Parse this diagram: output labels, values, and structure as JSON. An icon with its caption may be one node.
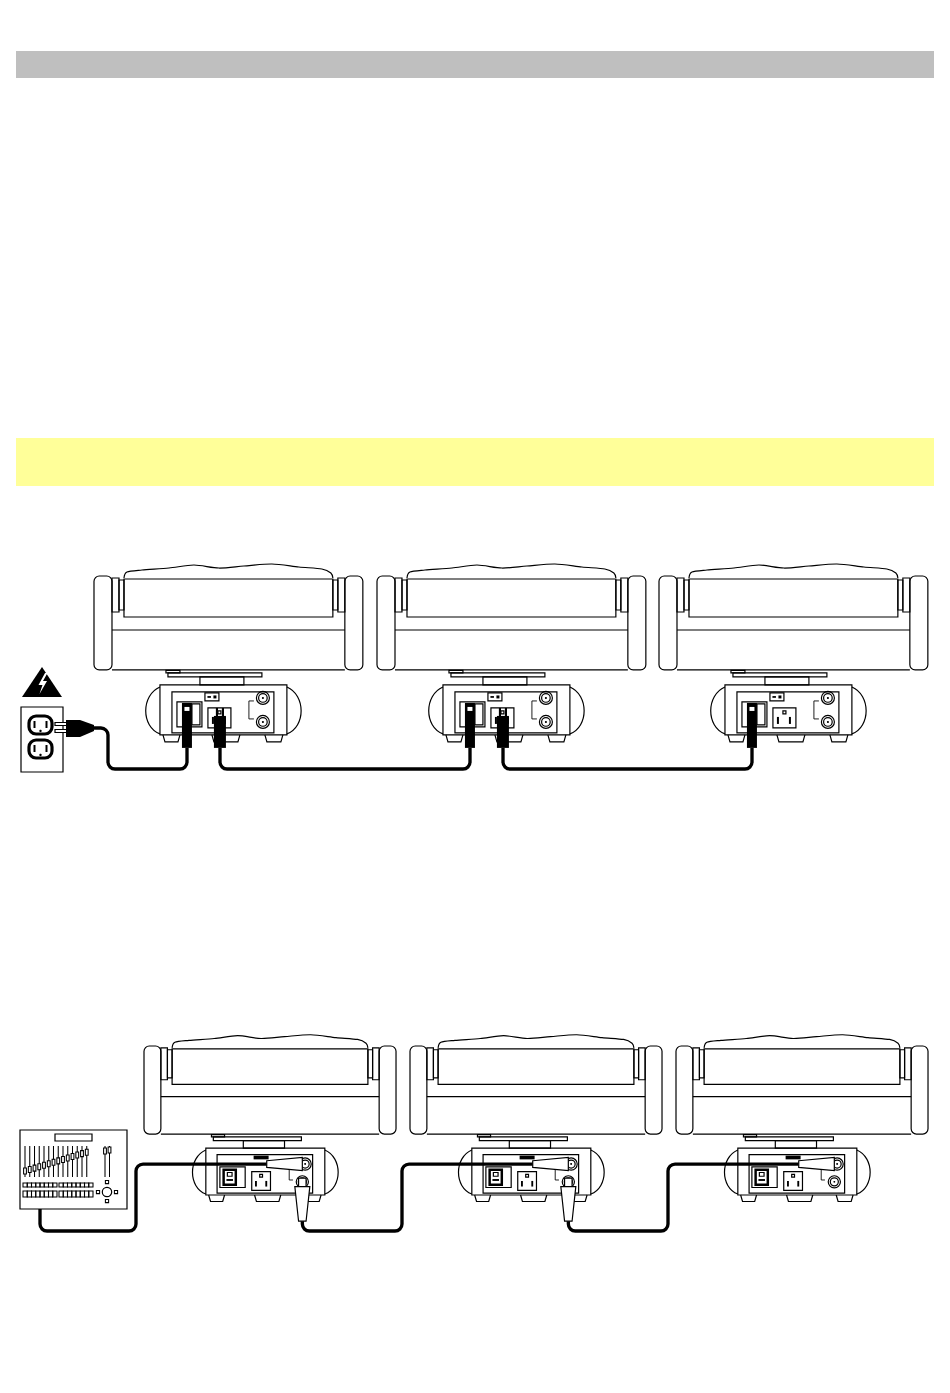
{
  "diagram": {
    "nodes": [
      {
        "text": [],
        "shape": "bar"
      },
      {
        "text": [],
        "shape": "box"
      },
      {
        "text": [],
        "shape": "picture"
      },
      {
        "text": [],
        "shape": "picture"
      },
      {
        "text": [],
        "shape": "picture"
      },
      {
        "text": [],
        "shape": "picture"
      },
      {
        "text": [],
        "shape": "picture"
      },
      {
        "text": [],
        "shape": "picture"
      },
      {
        "text": [],
        "shape": "picture"
      },
      {
        "text": [],
        "shape": "picture"
      }
    ],
    "edges": [
      {
        "from": 2,
        "to": 3,
        "arrow": "none"
      },
      {
        "from": 3,
        "to": 4,
        "arrow": "none"
      },
      {
        "from": 4,
        "to": 5,
        "arrow": "none"
      },
      {
        "from": 6,
        "to": 7,
        "arrow": "none"
      },
      {
        "from": 7,
        "to": 8,
        "arrow": "none"
      },
      {
        "from": 8,
        "to": 9,
        "arrow": "none"
      }
    ]
  }
}
